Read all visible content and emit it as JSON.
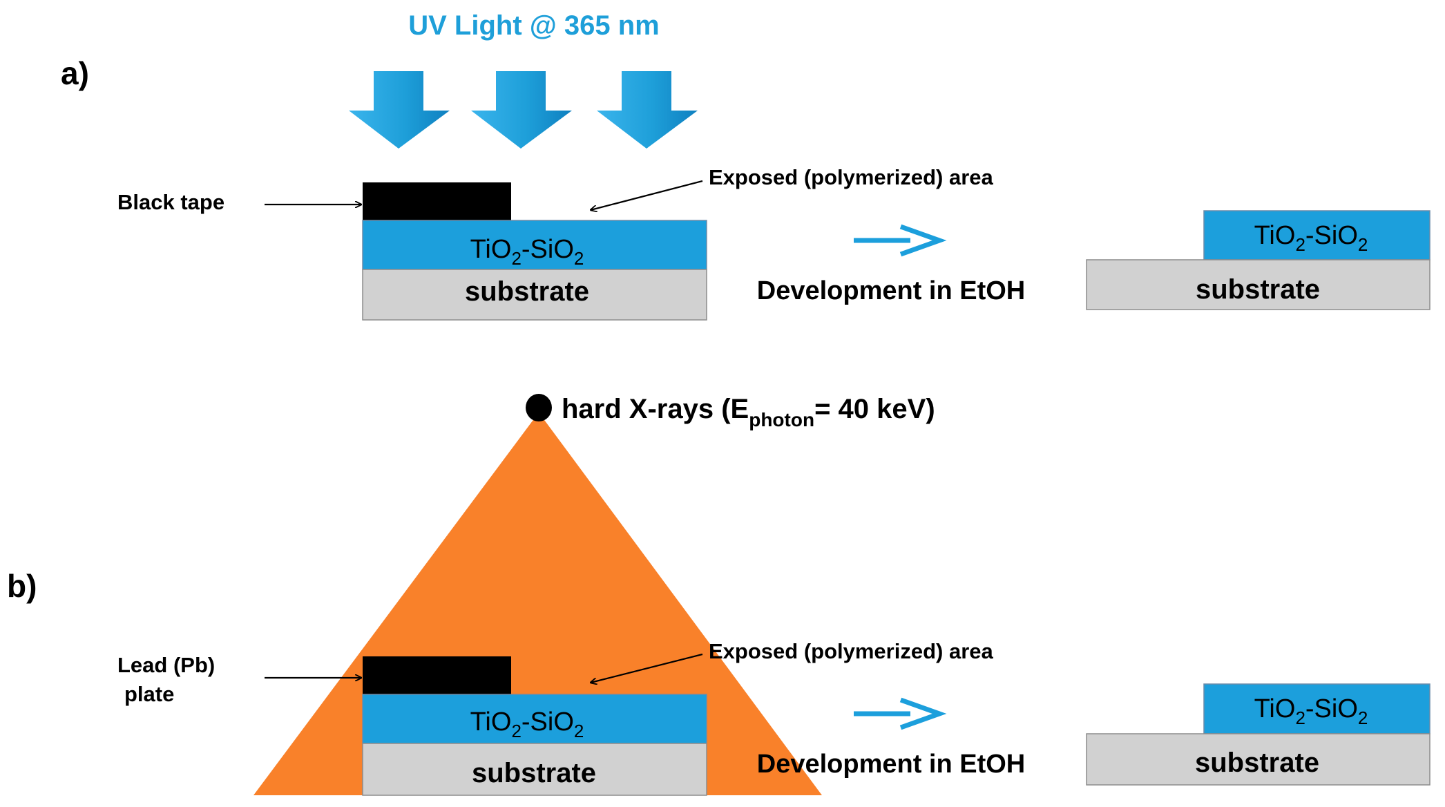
{
  "colors": {
    "uv_blue": "#1e9fd9",
    "film_blue": "#1c9fdc",
    "substrate_gray": "#d1d1d1",
    "xray_orange": "#f9812a",
    "mask_black": "#000000"
  },
  "panel_a": {
    "label": "a)",
    "uv_title": "UV Light @ 365 nm",
    "mask_label": "Black tape",
    "exposed_label": "Exposed (polymerized) area",
    "film_base": "TiO",
    "film_sub1": "2",
    "film_mid": "-SiO",
    "film_sub2": "2",
    "substrate_label": "substrate",
    "development_label": "Development in EtOH",
    "result_film_base": "TiO",
    "result_film_sub1": "2",
    "result_film_mid": "-SiO",
    "result_film_sub2": "2",
    "result_substrate_label": "substrate"
  },
  "panel_b": {
    "label": "b)",
    "xray_prefix": "hard X-rays (E",
    "xray_sub": "photon",
    "xray_suffix": "= 40 keV)",
    "mask_label_line1": "Lead (Pb)",
    "mask_label_line2": "plate",
    "exposed_label": "Exposed (polymerized) area",
    "film_base": "TiO",
    "film_sub1": "2",
    "film_mid": "-SiO",
    "film_sub2": "2",
    "substrate_label": "substrate",
    "development_label": "Development in EtOH",
    "result_film_base": "TiO",
    "result_film_sub1": "2",
    "result_film_mid": "-SiO",
    "result_film_sub2": "2",
    "result_substrate_label": "substrate"
  }
}
